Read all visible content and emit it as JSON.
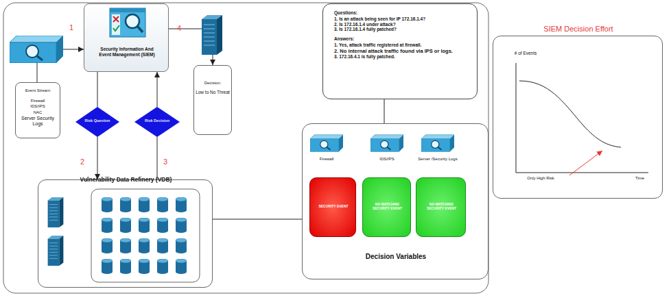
{
  "diagram": {
    "nodes": [
      {
        "text": [
          "Event Stream",
          "Firewall",
          "IDS/IPS",
          "NAC",
          "Server Security Logs"
        ]
      },
      {
        "text": [
          "Security Information And Event Management (SIEM)"
        ]
      },
      {
        "text": [
          "Decision:",
          "Low to No Threat"
        ]
      },
      {
        "text": [
          "Questions:",
          "1. Is an attack being seen for IP 172.16.1.4?",
          "2. Is 172.16.1.4 under attack?",
          "3. Is 172.16.1.4 fully patched?",
          "Answers:",
          "1. Yes, attack traffic registered at firewall.",
          "2. No internal attack traffic found via IPS or logs.",
          "3. 172.16.4.1 is fully patched."
        ]
      },
      {
        "text": [
          "Risk Question"
        ]
      },
      {
        "text": [
          "Risk Decision"
        ]
      },
      {
        "text": [
          "Vulnerability Data Refinery (VDB)"
        ]
      },
      {
        "text": [
          "Decision Variables"
        ]
      },
      {
        "text": [
          "SECURITY EVENT"
        ],
        "in": 7
      },
      {
        "text": [
          "NO MATCHING SECURITY EVENT"
        ],
        "in": 7
      },
      {
        "text": [
          "NO MATCHING SECURITY EVENT"
        ],
        "in": 7
      },
      {
        "text": [
          "SIEM Decision Effort"
        ]
      }
    ],
    "edges": [
      {
        "from": 0,
        "to": 1,
        "arrow": "to"
      },
      {
        "from": 1,
        "to": 2,
        "arrow": "to"
      },
      {
        "from": 1,
        "to": 4,
        "arrow": "none"
      },
      {
        "from": 4,
        "to": 6,
        "arrow": "to"
      },
      {
        "from": 6,
        "to": 5,
        "arrow": "none"
      },
      {
        "from": 5,
        "to": 1,
        "arrow": "to"
      },
      {
        "from": 3,
        "to": 7,
        "arrow": "none"
      },
      {
        "from": 6,
        "to": 7,
        "arrow": "none"
      }
    ],
    "labels": [
      "1",
      "4",
      "2",
      "3",
      "Firewall",
      "IDS/IPS",
      "Server /Security Logs",
      "# of Events",
      "Only High Risk",
      "Time"
    ]
  }
}
